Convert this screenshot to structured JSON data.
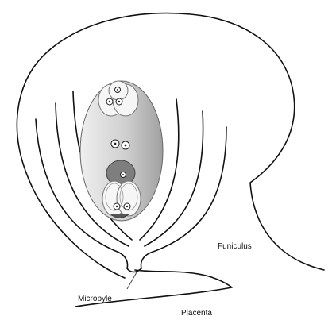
{
  "labels": {
    "funiculus": "Funiculus",
    "micropyle": "Micropyle",
    "placenta": "Placenta"
  },
  "colors": {
    "line": "#111111",
    "embryo_sac_light": "#f2f2f2",
    "embryo_sac_dark": "#a8a8a8",
    "central_cell": "#8a8a8a"
  }
}
